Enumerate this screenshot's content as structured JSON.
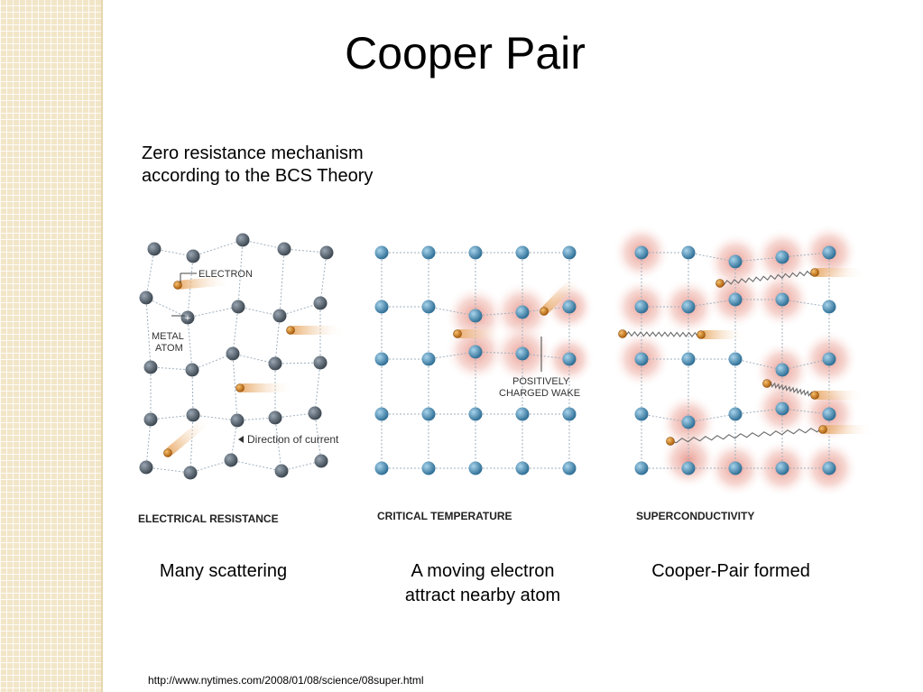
{
  "title": "Cooper Pair",
  "subtitle": {
    "line1": "Zero resistance mechanism",
    "line2": "according to the BCS Theory"
  },
  "panels": [
    {
      "name": "ELECTRICAL RESISTANCE",
      "annotations": {
        "electron": "ELECTRON",
        "metal_atom_line1": "METAL",
        "metal_atom_line2": "ATOM",
        "direction": "Direction of current"
      },
      "caption_line1": "Many scattering",
      "caption_line2": ""
    },
    {
      "name": "CRITICAL TEMPERATURE",
      "annotations": {
        "wake_line1": "POSITIVELY",
        "wake_line2": "CHARGED WAKE"
      },
      "caption_line1": "A moving electron",
      "caption_line2": "attract nearby atom"
    },
    {
      "name": "SUPERCONDUCTIVITY",
      "annotations": {},
      "caption_line1": "Cooper-Pair formed",
      "caption_line2": ""
    }
  ],
  "source_url": "http://www.nytimes.com/2008/01/08/science/08super.html",
  "colors": {
    "atom_grey": "#5f6b78",
    "atom_blue": "#4a90b8",
    "electron": "#e08a1e",
    "wake_glow": "#e9a39a",
    "side_pattern": "#f2e6c8"
  }
}
